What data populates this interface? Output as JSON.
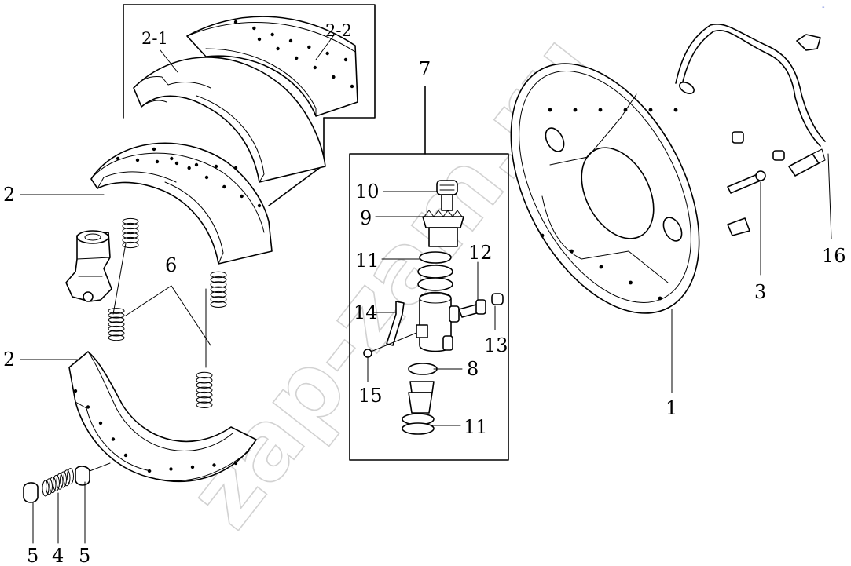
{
  "diagram": {
    "watermark": "zap-zam.ru",
    "corner_mark": "-",
    "callouts": {
      "c1": "1",
      "c2a": "2",
      "c2b": "2",
      "c2_1": "2-1",
      "c2_2": "2-2",
      "c3": "3",
      "c4": "4",
      "c5a": "5",
      "c5b": "5",
      "c6": "6",
      "c7": "7",
      "c8": "8",
      "c9": "9",
      "c10": "10",
      "c11a": "11",
      "c11b": "11",
      "c12": "12",
      "c13": "13",
      "c14": "14",
      "c15": "15",
      "c16": "16"
    }
  }
}
